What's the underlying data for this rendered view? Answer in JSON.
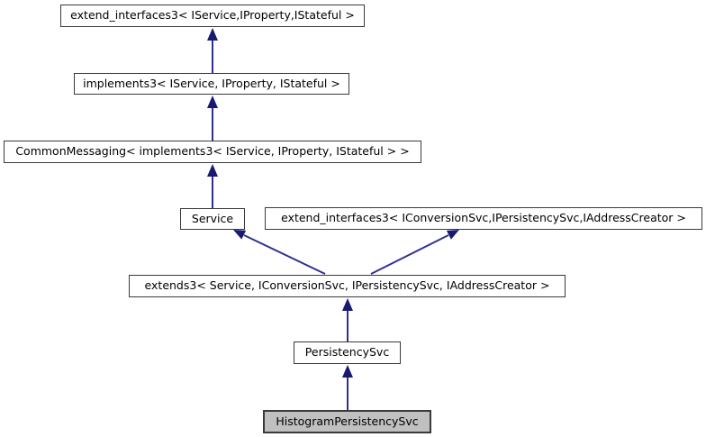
{
  "diagram": {
    "type": "class-inheritance-graph",
    "nodes": [
      {
        "id": "extend_interfaces3_iservice",
        "label": "extend_interfaces3< IService,IProperty,IStateful >",
        "highlighted": false
      },
      {
        "id": "implements3",
        "label": "implements3< IService, IProperty, IStateful >",
        "highlighted": false
      },
      {
        "id": "common_messaging",
        "label": "CommonMessaging< implements3< IService, IProperty, IStateful > >",
        "highlighted": false
      },
      {
        "id": "service",
        "label": "Service",
        "highlighted": false
      },
      {
        "id": "extend_interfaces3_iconversionsvc",
        "label": "extend_interfaces3< IConversionSvc,IPersistencySvc,IAddressCreator >",
        "highlighted": false
      },
      {
        "id": "extends3",
        "label": "extends3< Service, IConversionSvc, IPersistencySvc, IAddressCreator >",
        "highlighted": false
      },
      {
        "id": "persistency_svc",
        "label": "PersistencySvc",
        "highlighted": false
      },
      {
        "id": "histogram_persistency_svc",
        "label": "HistogramPersistencySvc",
        "highlighted": true
      }
    ],
    "edges": [
      {
        "from": "implements3",
        "to": "extend_interfaces3_iservice"
      },
      {
        "from": "common_messaging",
        "to": "implements3"
      },
      {
        "from": "service",
        "to": "common_messaging"
      },
      {
        "from": "extends3",
        "to": "service"
      },
      {
        "from": "extends3",
        "to": "extend_interfaces3_iconversionsvc"
      },
      {
        "from": "persistency_svc",
        "to": "extends3"
      },
      {
        "from": "histogram_persistency_svc",
        "to": "persistency_svc"
      }
    ],
    "colors": {
      "arrow_line": "#30308f",
      "arrow_head": "#191970",
      "node_border": "#3a3a3a",
      "node_background": "#ffffff",
      "highlighted_background": "#c0c0c0"
    }
  }
}
